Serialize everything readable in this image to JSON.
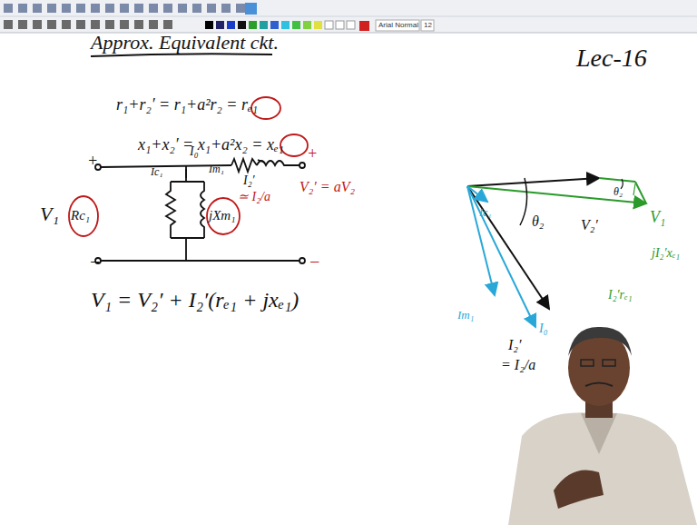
{
  "diagram": {
    "title": "Approx. Equivalent ckt.",
    "labels": [
      "Arial Normal",
      "12",
      "Lec-16",
      "r₁+r₂′ = r₁+a²r₂ = rₑ₁",
      "x₁+x₂′ = x₁+a²x₂ = xₑ₁",
      "+",
      "V₁",
      "−",
      "I₀",
      "Ic₁",
      "Im₁",
      "Rc₁",
      "jXm₁",
      "I₂′",
      "≃ I₂/a",
      "V₂′ = aV₂",
      "+",
      "−",
      "V₁ = V₂′ + I₂′(rₑ₁ + jxₑ₁)",
      "V₁",
      "θ₂",
      "jI₂′xₑ₁",
      "V₂′",
      "I₂′rₑ₁",
      "Ic₁",
      "θ₂",
      "Im₁",
      "I₀",
      "I₂′",
      "= I₂/a"
    ]
  }
}
